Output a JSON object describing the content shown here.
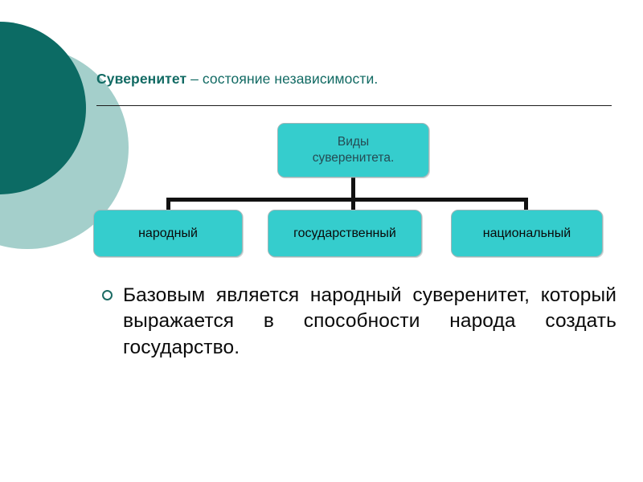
{
  "slide": {
    "background_color": "#ffffff",
    "accent_dark": "#0c6b64",
    "accent_light": "#a4cfcb",
    "node_fill": "#35cdcd",
    "title_color": "#116a63",
    "bullet_color": "#1c6b64"
  },
  "title": {
    "lead": "Суверенитет",
    "rest": " – состояние независимости."
  },
  "diagram": {
    "type": "org-chart",
    "root": {
      "label": "Виды суверенитета.",
      "line1": "Виды",
      "line2": "суверенитета."
    },
    "children": [
      {
        "label": "народный"
      },
      {
        "label": "государственный"
      },
      {
        "label": "национальный"
      }
    ]
  },
  "body": {
    "bullet": "hollow-circle-bullet",
    "paragraph": "Базовым является народный суверенитет, который выражается в способности народа создать государство."
  }
}
